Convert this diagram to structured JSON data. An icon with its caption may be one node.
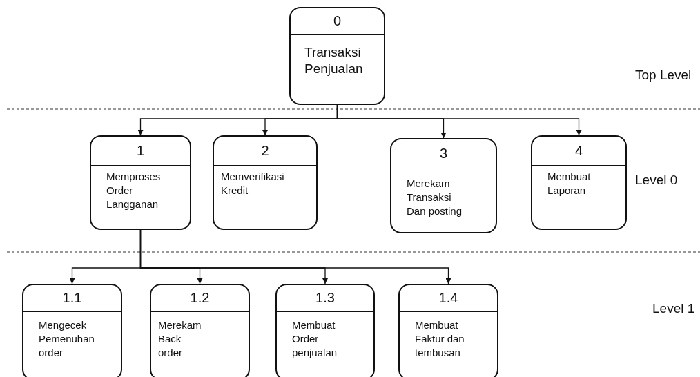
{
  "diagram": {
    "nodes": [
      {
        "text": [
          "0",
          "Transaksi Penjualan"
        ]
      },
      {
        "text": [
          "1",
          "Memproses Order Langganan"
        ]
      },
      {
        "text": [
          "2",
          "Memverifikasi Kredit"
        ]
      },
      {
        "text": [
          "3",
          "Merekam Transaksi Dan posting"
        ]
      },
      {
        "text": [
          "4",
          "Membuat Laporan"
        ]
      },
      {
        "text": [
          "1.1",
          "Mengecek Pemenuhan order"
        ]
      },
      {
        "text": [
          "1.2",
          "Merekam Back order"
        ]
      },
      {
        "text": [
          "1.3",
          "Membuat Order penjualan"
        ]
      },
      {
        "text": [
          "1.4",
          "Membuat Faktur dan tembusan"
        ]
      }
    ],
    "edges": [
      {
        "from": 0,
        "to": 1,
        "arrow": "to"
      },
      {
        "from": 0,
        "to": 2,
        "arrow": "to"
      },
      {
        "from": 0,
        "to": 3,
        "arrow": "to"
      },
      {
        "from": 0,
        "to": 4,
        "arrow": "to"
      },
      {
        "from": 1,
        "to": 5,
        "arrow": "to"
      },
      {
        "from": 1,
        "to": 6,
        "arrow": "to"
      },
      {
        "from": 1,
        "to": 7,
        "arrow": "to"
      },
      {
        "from": 1,
        "to": 8,
        "arrow": "to"
      }
    ],
    "labels": [
      "Top Level",
      "Level 0",
      "Level 1"
    ]
  }
}
